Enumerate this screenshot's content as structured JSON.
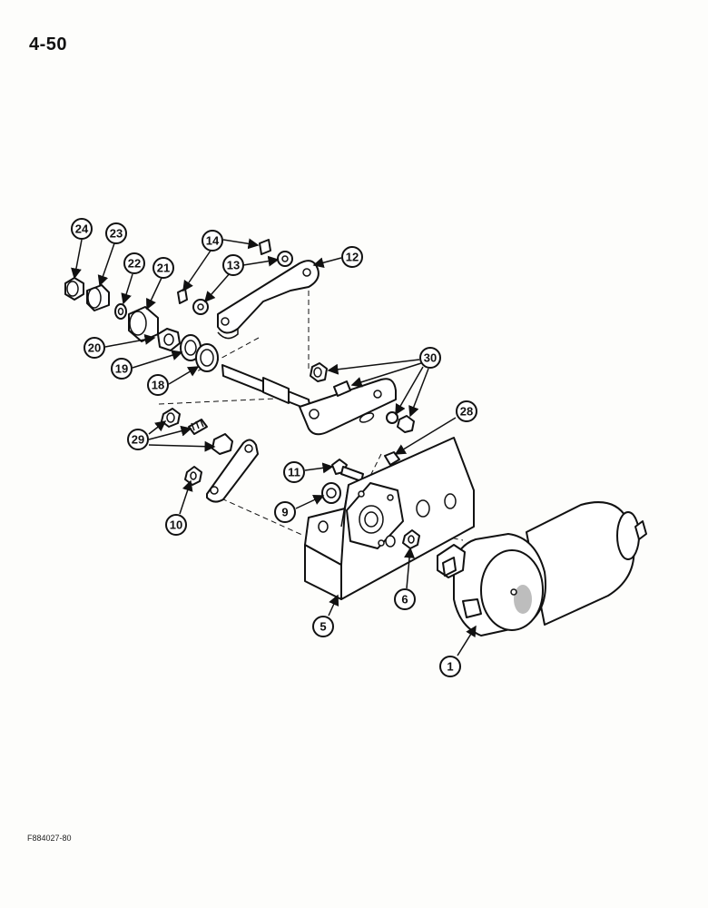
{
  "page": {
    "number": "4-50",
    "figure_code": "F884027-80"
  },
  "callouts": [
    {
      "id": "c24",
      "label": "24"
    },
    {
      "id": "c23",
      "label": "23"
    },
    {
      "id": "c22",
      "label": "22"
    },
    {
      "id": "c21",
      "label": "21"
    },
    {
      "id": "c14",
      "label": "14"
    },
    {
      "id": "c13",
      "label": "13"
    },
    {
      "id": "c12",
      "label": "12"
    },
    {
      "id": "c20",
      "label": "20"
    },
    {
      "id": "c19",
      "label": "19"
    },
    {
      "id": "c18",
      "label": "18"
    },
    {
      "id": "c30",
      "label": "30"
    },
    {
      "id": "c28",
      "label": "28"
    },
    {
      "id": "c29",
      "label": "29"
    },
    {
      "id": "c11",
      "label": "11"
    },
    {
      "id": "c9",
      "label": "9"
    },
    {
      "id": "c10",
      "label": "10"
    },
    {
      "id": "c6",
      "label": "6"
    },
    {
      "id": "c5",
      "label": "5"
    },
    {
      "id": "c1",
      "label": "1"
    }
  ]
}
